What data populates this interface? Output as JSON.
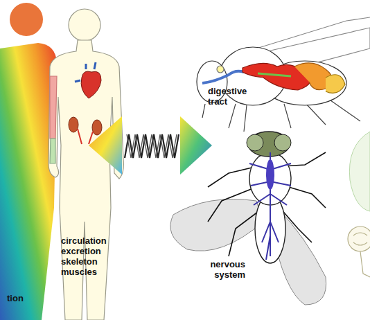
{
  "diagram": {
    "labels": [
      "digestive tract",
      "circulation excretion skeleton muscles",
      "nervous system",
      "tion"
    ]
  }
}
